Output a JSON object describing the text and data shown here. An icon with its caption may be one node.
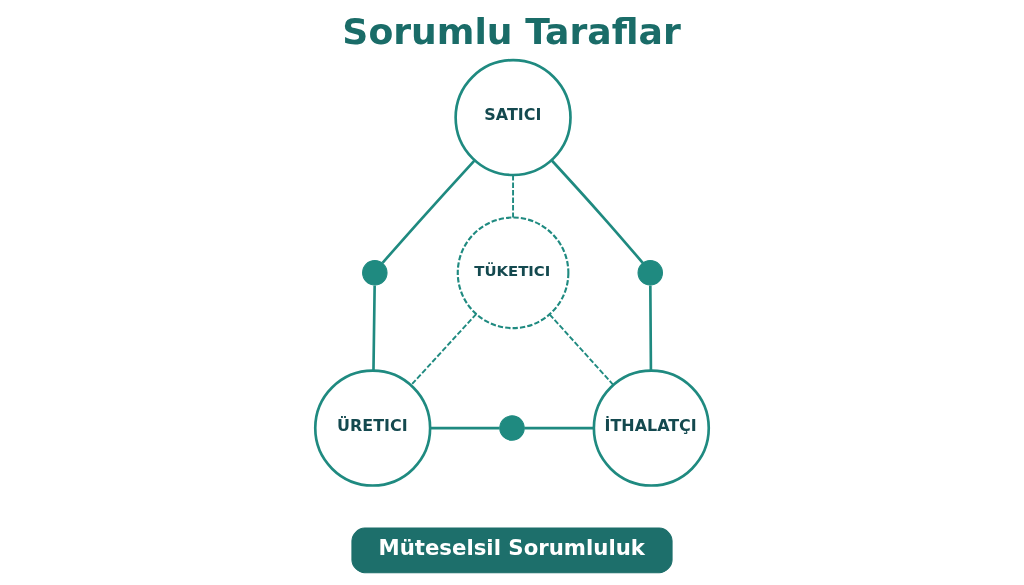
{
  "diagram": {
    "title": "Sorumlu Taraflar",
    "nodes": [
      {
        "text": [
          "SATICI"
        ]
      },
      {
        "text": [
          "TÜKETICI"
        ]
      },
      {
        "text": [
          "ÜRETICI"
        ]
      },
      {
        "text": [
          "İTHALATÇI"
        ]
      },
      {
        "text": [
          "Müteselsil Sorumluluk"
        ]
      },
      {
        "text": [],
        "shape": "circle"
      },
      {
        "text": [],
        "shape": "circle"
      },
      {
        "text": [],
        "shape": "circle"
      }
    ],
    "edges": [
      {
        "from": 0,
        "to": 5,
        "arrow": "none"
      },
      {
        "from": 5,
        "to": 2,
        "arrow": "none"
      },
      {
        "from": 0,
        "to": 6,
        "arrow": "none"
      },
      {
        "from": 6,
        "to": 3,
        "arrow": "none"
      },
      {
        "from": 2,
        "to": 7,
        "arrow": "none"
      },
      {
        "from": 7,
        "to": 3,
        "arrow": "none"
      },
      {
        "from": 0,
        "to": 1,
        "arrow": "none",
        "style": "dashed"
      },
      {
        "from": 1,
        "to": 2,
        "arrow": "none",
        "style": "dashed"
      },
      {
        "from": 1,
        "to": 3,
        "arrow": "none",
        "style": "dashed"
      }
    ]
  }
}
